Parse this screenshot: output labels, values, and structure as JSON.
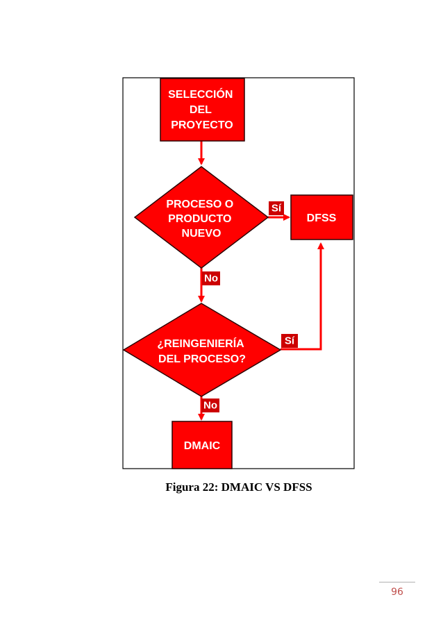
{
  "colors": {
    "node_fill": "#ff0000",
    "node_stroke": "#2a0000",
    "label_fill": "#cc0000",
    "page_number": "#c0504d"
  },
  "nodes": {
    "seleccion": [
      "SELECCIÓN",
      "DEL",
      "PROYECTO"
    ],
    "proceso_nuevo": [
      "PROCESO O",
      "PRODUCTO",
      "NUEVO"
    ],
    "dfss": [
      "DFSS"
    ],
    "reingenieria": [
      "¿REINGENIERÍA",
      "DEL PROCESO?"
    ],
    "dmaic": [
      "DMAIC"
    ]
  },
  "edges": {
    "si_1": "Sí",
    "no_1": "No",
    "si_2": "Sí",
    "no_2": "No"
  },
  "caption": {
    "label": "Figura 22:",
    "title": "DMAIC VS DFSS"
  },
  "page_number": "96"
}
